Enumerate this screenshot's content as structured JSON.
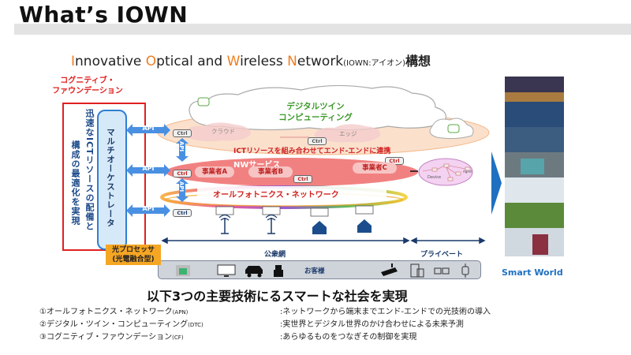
{
  "header": {
    "title": "What’s IOWN",
    "subtitle": {
      "parts": [
        {
          "hl": "I",
          "rest": "nnovative "
        },
        {
          "hl": "O",
          "rest": "ptical and "
        },
        {
          "hl": "W",
          "rest": "ireless "
        },
        {
          "hl": "N",
          "rest": "etwork"
        }
      ],
      "abbr": "(IOWN:アイオン)",
      "suffix": "構想"
    }
  },
  "cognitive_foundation": {
    "label_line1": "コグニティブ・",
    "label_line2": "ファウンデーション",
    "desc_line1": "迅速なICTリソースの配備と",
    "desc_line2": "構成の最適化を実現",
    "orchestrator": "マルチオーケストレータ",
    "api_label": "API",
    "ctrl_label": "Ctrl"
  },
  "layers": {
    "dtc_line1": "デジタルツイン",
    "dtc_line2": "コンピューティング",
    "cloud": "クラウド",
    "edge": "エッジ",
    "ict_link": "ICTリソースを組み合わせてエンド-エンドに連携",
    "nw_service": "NWサービス",
    "operators": [
      "事業者A",
      "事業者B",
      "事業者C"
    ],
    "device": "Device",
    "agent": "Agent",
    "apn": "オールフォトニクス・ネットワーク"
  },
  "bottom": {
    "public_network": "公衆網",
    "private": "プライベート",
    "customers": "お客様",
    "processor_line1": "光プロセッサ",
    "processor_line2": "(光電融合型)"
  },
  "smart_world": {
    "label": "Smart World",
    "accent": "#1f70c0"
  },
  "summary": {
    "title": "以下3つの主要技術にるスマートな社会を実現",
    "items": [
      {
        "name": "①オールフォトニクス・ネットワーク",
        "tag": "(APN)",
        "desc": ":ネットワークから端末までエンド-エンドでの光技術の導入"
      },
      {
        "name": "②デジタル・ツイン・コンピューティング",
        "tag": "(DTC)",
        "desc": ":実世界とデジタル世界のかけ合わせによる未来予測"
      },
      {
        "name": "③コグニティブ・ファウンデーション",
        "tag": "(CF)",
        "desc": ":あらゆるものをつなぎその制御を実現"
      }
    ]
  },
  "colors": {
    "highlight": "#f07d20",
    "cf_red": "#e02020",
    "api_blue": "#4a90e2",
    "navy": "#1b3a6a"
  }
}
